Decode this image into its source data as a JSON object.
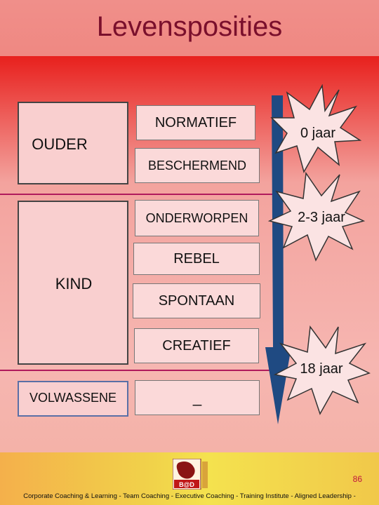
{
  "title": "Levensposities",
  "positions": {
    "parent": "OUDER",
    "child": "KIND",
    "adult": "VOLWASSENE"
  },
  "roles": {
    "normative": "NORMATIEF",
    "protective": "BESCHERMEND",
    "submissive": "ONDERWORPEN",
    "rebel": "REBEL",
    "spontaneous": "SPONTAAN",
    "creative": "CREATIEF",
    "adult_box": "_"
  },
  "ages": {
    "birth": "0 jaar",
    "toddler": "2-3 jaar",
    "adult": "18 jaar"
  },
  "footer": {
    "tagline": "Corporate Coaching & Learning  -  Team Coaching  -  Executive Coaching  -  Training Institute  -  Aligned Leadership  -",
    "page_number": "86",
    "logo_text": "B@D"
  },
  "colors": {
    "title": "#7a0f2c",
    "arrow": "#1f4a82",
    "divider": "#b01a5c",
    "burst_fill": "#fbe3e3"
  }
}
